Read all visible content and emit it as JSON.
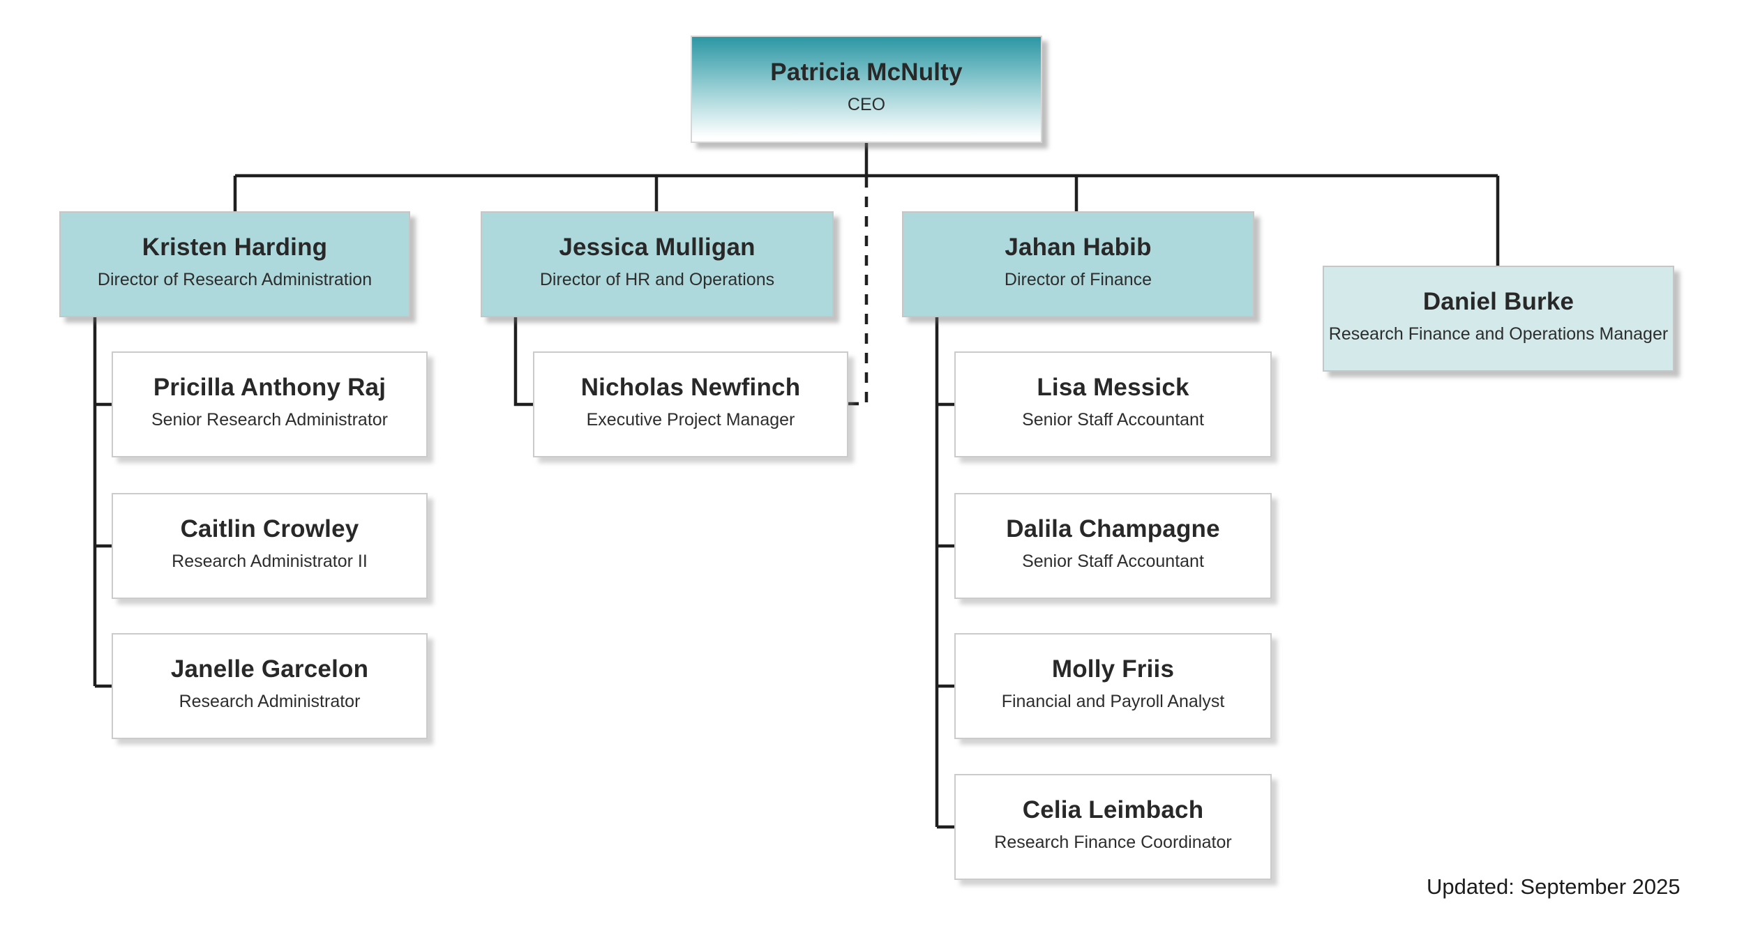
{
  "org": {
    "ceo": {
      "name": "Patricia McNulty",
      "title": "CEO"
    },
    "branches": [
      {
        "head": {
          "name": "Kristen Harding",
          "title": "Director of Research Administration"
        },
        "reports": [
          {
            "name": "Pricilla Anthony Raj",
            "title": "Senior Research Administrator"
          },
          {
            "name": "Caitlin Crowley",
            "title": "Research Administrator II"
          },
          {
            "name": "Janelle Garcelon",
            "title": "Research Administrator"
          }
        ]
      },
      {
        "head": {
          "name": "Jessica Mulligan",
          "title": "Director of HR and Operations"
        },
        "reports": [
          {
            "name": "Nicholas Newfinch",
            "title": "Executive Project Manager"
          }
        ]
      },
      {
        "head": {
          "name": "Jahan Habib",
          "title": "Director of Finance"
        },
        "reports": [
          {
            "name": "Lisa Messick",
            "title": "Senior Staff Accountant"
          },
          {
            "name": "Dalila Champagne",
            "title": "Senior Staff Accountant"
          },
          {
            "name": "Molly Friis",
            "title": "Financial and Payroll Analyst"
          },
          {
            "name": "Celia Leimbach",
            "title": "Research Finance Coordinator"
          }
        ]
      },
      {
        "head": {
          "name": "Daniel Burke",
          "title": "Research Finance and Operations Manager"
        },
        "reports": []
      }
    ],
    "footer": {
      "updated": "Updated: September 2025"
    },
    "colors": {
      "line_color": "#1f1f1f",
      "director_fill": "#aed9dc",
      "daniel_fill": "#d3e9ea",
      "ceo_gradient_top": "#2b97a4",
      "ceo_gradient_mid": "#9ed2d7",
      "leaf_fill": "#ffffff"
    }
  }
}
